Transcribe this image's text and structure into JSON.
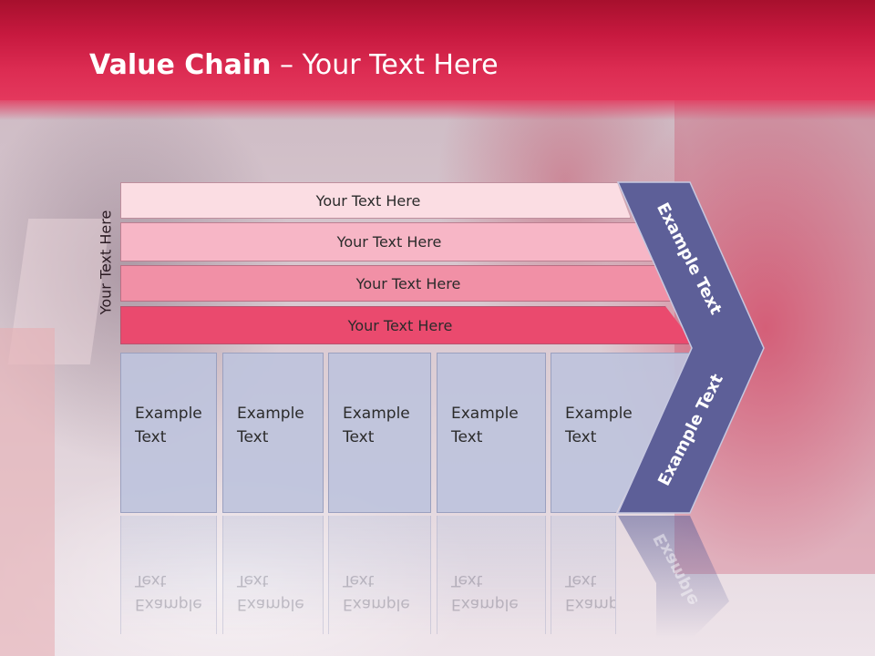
{
  "title": {
    "bold": "Value Chain",
    "rest": " – Your Text Here"
  },
  "side_label": "Your Text Here",
  "rows": [
    {
      "label": "Your Text Here",
      "color": "#fbdde3"
    },
    {
      "label": "Your Text Here",
      "color": "#f7b6c6"
    },
    {
      "label": "Your Text Here",
      "color": "#f190a6"
    },
    {
      "label": "Your Text Here",
      "color": "#ea4a6e"
    }
  ],
  "boxes": [
    {
      "label": "Example\nText"
    },
    {
      "label": "Example\nText"
    },
    {
      "label": "Example\nText"
    },
    {
      "label": "Example\nText"
    },
    {
      "label": "Example\nText"
    }
  ],
  "chevron": {
    "upper_label": "Example Text",
    "lower_label": "Example Text",
    "color": "#5d5f98"
  },
  "reflection_text": "Example\nText",
  "reflection_chevron": "Example"
}
